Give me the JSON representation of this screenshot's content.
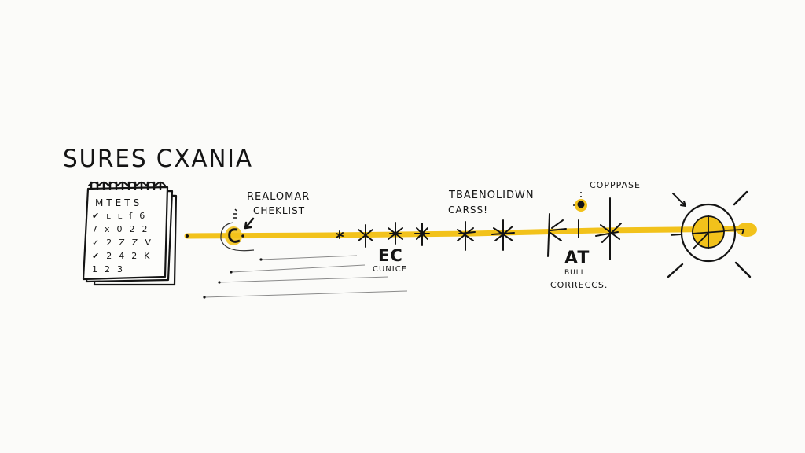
{
  "title": "SURES CXANIA",
  "calendar": {
    "header": "MTETS",
    "rows": [
      [
        "✔",
        "ʟ",
        "ʟ",
        "ſ",
        "6"
      ],
      [
        "7",
        "x",
        "0",
        "2",
        "2"
      ],
      [
        "✓",
        "2",
        "Z",
        "Z",
        "V"
      ],
      [
        "✔",
        "2",
        "4",
        "2",
        "K"
      ],
      [
        "1",
        "2",
        "3"
      ]
    ]
  },
  "labels": {
    "start_label_line1": "REALOMAR",
    "start_label_line2": "CHEKLIST",
    "start_marker": "C",
    "mid_label_big": "EC",
    "mid_label_small": "CUNICE",
    "upper_label_line1": "TBAENOLIDWN",
    "upper_label_line2": "CARSS!",
    "dot_label": "COPPPASE",
    "lower_label_big": "AT",
    "lower_label_line1": "BULI",
    "lower_label_line2": "CORRECCS."
  },
  "colors": {
    "background": "#fbfbf9",
    "ink": "#141414",
    "highlight": "#f2c21b",
    "highlight_dark": "#e8a912",
    "thin_line": "#8a8a8a"
  },
  "timeline": {
    "markers_x": [
      432,
      465,
      503,
      537,
      592,
      640,
      704,
      736,
      776
    ]
  }
}
